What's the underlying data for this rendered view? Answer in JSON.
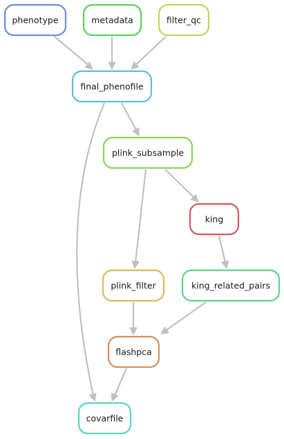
{
  "nodes": [
    {
      "id": "phenotype",
      "label": "phenotype",
      "color": "#6b8fd4"
    },
    {
      "id": "metadata",
      "label": "metadata",
      "color": "#5ccf5c"
    },
    {
      "id": "filter_qc",
      "label": "filter_qc",
      "color": "#c2d65a"
    },
    {
      "id": "final_phenofile",
      "label": "final_phenofile",
      "color": "#5bbfd4"
    },
    {
      "id": "plink_subsample",
      "label": "plink_subsample",
      "color": "#8bd45b"
    },
    {
      "id": "king",
      "label": "king",
      "color": "#d15a5a"
    },
    {
      "id": "plink_filter",
      "label": "plink_filter",
      "color": "#d6bc5a"
    },
    {
      "id": "king_related_pairs",
      "label": "king_related_pairs",
      "color": "#5bd48b"
    },
    {
      "id": "flashpca",
      "label": "flashpca",
      "color": "#d68f5a"
    },
    {
      "id": "covarfile",
      "label": "covarfile",
      "color": "#5bd4c2"
    }
  ],
  "edges": [
    {
      "from": "phenotype",
      "to": "final_phenofile"
    },
    {
      "from": "metadata",
      "to": "final_phenofile"
    },
    {
      "from": "filter_qc",
      "to": "final_phenofile"
    },
    {
      "from": "final_phenofile",
      "to": "plink_subsample"
    },
    {
      "from": "final_phenofile",
      "to": "covarfile"
    },
    {
      "from": "plink_subsample",
      "to": "king"
    },
    {
      "from": "plink_subsample",
      "to": "plink_filter"
    },
    {
      "from": "king",
      "to": "king_related_pairs"
    },
    {
      "from": "plink_filter",
      "to": "flashpca"
    },
    {
      "from": "king_related_pairs",
      "to": "flashpca"
    },
    {
      "from": "flashpca",
      "to": "covarfile"
    }
  ],
  "colors": {
    "edge": "#c0c0c0",
    "node_fill": "#ffffff"
  }
}
